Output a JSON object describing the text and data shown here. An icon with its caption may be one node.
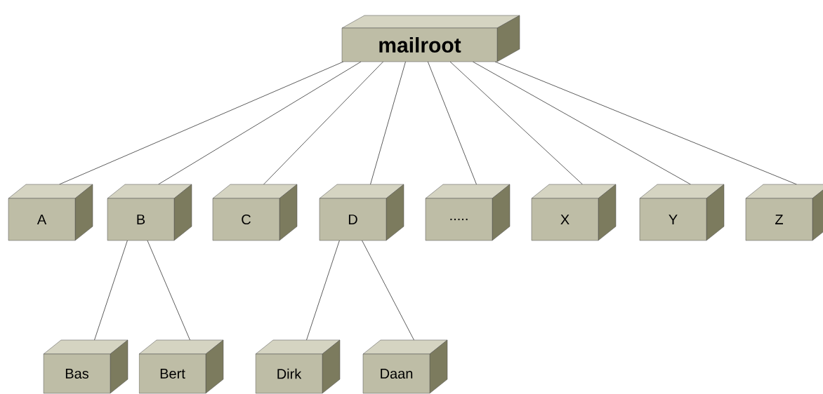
{
  "diagram": {
    "nodes": [
      {
        "text": [
          "mailroot"
        ]
      },
      {
        "text": [
          "A"
        ]
      },
      {
        "text": [
          "B"
        ]
      },
      {
        "text": [
          "C"
        ]
      },
      {
        "text": [
          "D"
        ]
      },
      {
        "text": [
          "....."
        ]
      },
      {
        "text": [
          "X"
        ]
      },
      {
        "text": [
          "Y"
        ]
      },
      {
        "text": [
          "Z"
        ]
      },
      {
        "text": [
          "Bas"
        ]
      },
      {
        "text": [
          "Bert"
        ]
      },
      {
        "text": [
          "Dirk"
        ]
      },
      {
        "text": [
          "Daan"
        ]
      }
    ],
    "edges": [
      {
        "from": 0,
        "to": 1,
        "arrow": "none"
      },
      {
        "from": 0,
        "to": 2,
        "arrow": "none"
      },
      {
        "from": 0,
        "to": 3,
        "arrow": "none"
      },
      {
        "from": 0,
        "to": 4,
        "arrow": "none"
      },
      {
        "from": 0,
        "to": 5,
        "arrow": "none"
      },
      {
        "from": 0,
        "to": 6,
        "arrow": "none"
      },
      {
        "from": 0,
        "to": 7,
        "arrow": "none"
      },
      {
        "from": 0,
        "to": 8,
        "arrow": "none"
      },
      {
        "from": 2,
        "to": 9,
        "arrow": "none"
      },
      {
        "from": 2,
        "to": 10,
        "arrow": "none"
      },
      {
        "from": 4,
        "to": 11,
        "arrow": "none"
      },
      {
        "from": 4,
        "to": 12,
        "arrow": "none"
      }
    ]
  }
}
